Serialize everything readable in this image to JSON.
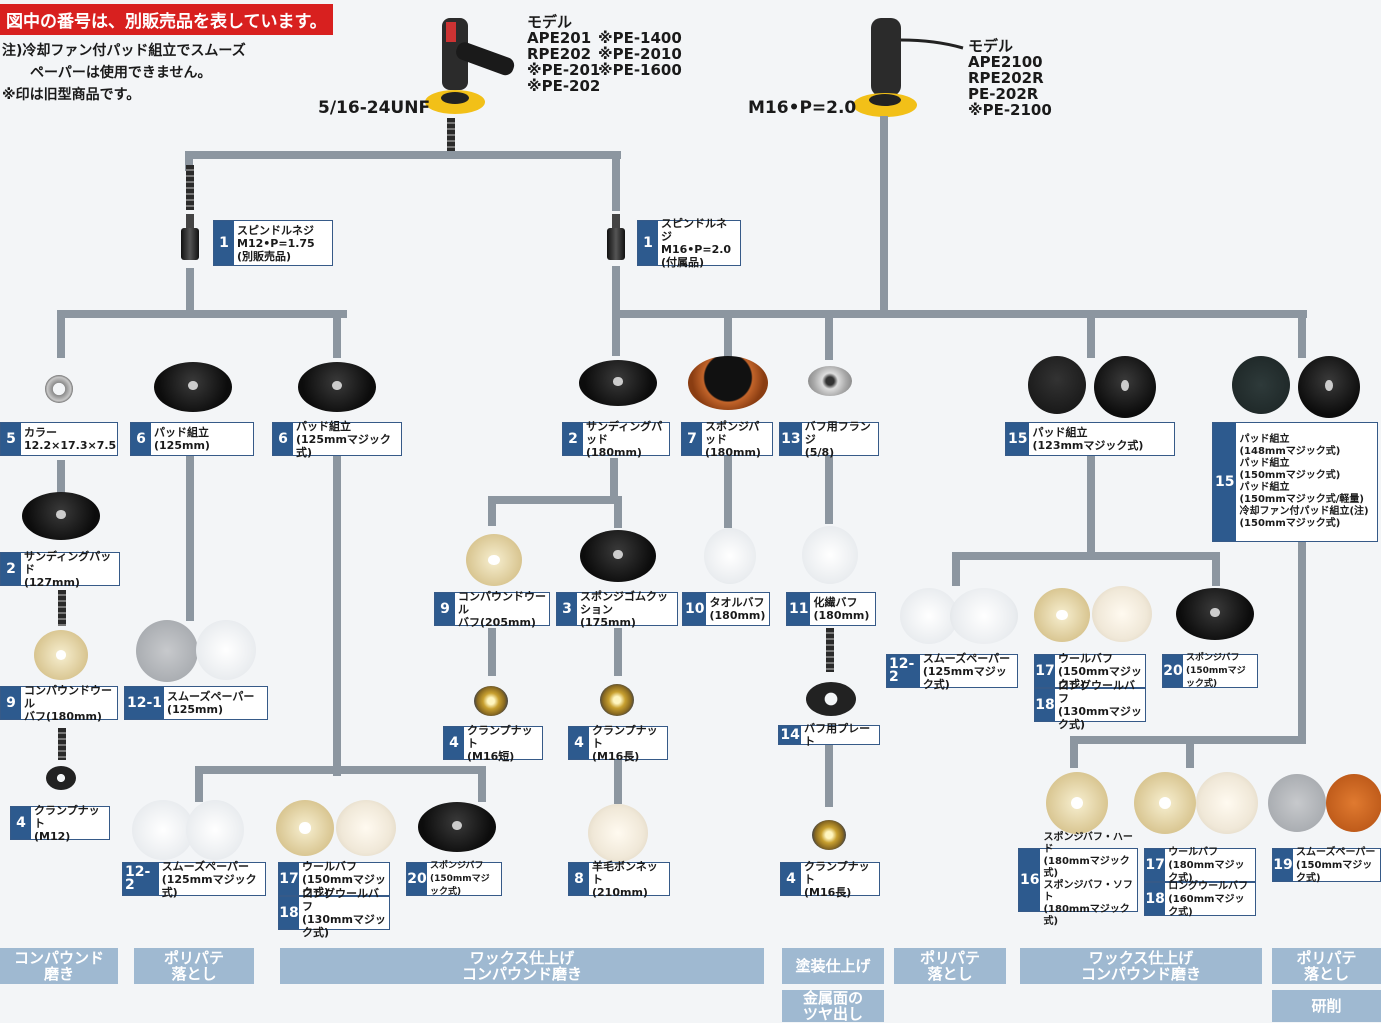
{
  "header": {
    "notice": "図中の番号は、別販売品を表しています。",
    "note": "注)冷却ファン付パッド組立でスムーズ\n　　ペーパーは使用できません。\n※印は旧型商品です。"
  },
  "tools": {
    "left": {
      "model_col1": "モデル\nAPE201\nRPE202\n※PE-201\n※PE-202",
      "model_col2": "\n※PE-1400\n※PE-2010\n※PE-1600",
      "thread": "5/16-24UNF"
    },
    "right": {
      "model": "モデル\nAPE2100\nRPE202R\nPE-202R\n※PE-2100",
      "thread": "M16•P=2.0"
    }
  },
  "labels": {
    "spindle_a": {
      "no": "1",
      "text": "スピンドルネジ\nM12•P=1.75\n(別販売品)"
    },
    "spindle_b": {
      "no": "1",
      "text": "スピンドルネジ\nM16•P=2.0\n(付属品)"
    },
    "collar": {
      "no": "5",
      "text": "カラー\n12.2×17.3×7.5"
    },
    "pad125": {
      "no": "6",
      "text": "パッド組立\n(125mm)"
    },
    "pad125m": {
      "no": "6",
      "text": "パッド組立\n(125mmマジック式)"
    },
    "sanding180": {
      "no": "2",
      "text": "サンディングパッド\n(180mm)"
    },
    "sponge180": {
      "no": "7",
      "text": "スポンジパッド\n(180mm)"
    },
    "flange": {
      "no": "13",
      "text": "バフ用フランジ\n(5/8)"
    },
    "pad123": {
      "no": "15",
      "text": "パッド組立\n(123mmマジック式)"
    },
    "pad148": {
      "no": "15",
      "text": "パッド組立\n(148mmマジック式)\nパッド組立\n(150mmマジック式)\nパッド組立\n(150mmマジック式/軽量)\n冷却ファン付パッド組立(注)\n(150mmマジック式)"
    },
    "sanding127": {
      "no": "2",
      "text": "サンディングパッド\n(127mm)"
    },
    "compound205": {
      "no": "9",
      "text": "コンパウンドウール\nバフ(205mm)"
    },
    "spongerubber": {
      "no": "3",
      "text": "スポンジゴムクッション\n(175mm)"
    },
    "towel": {
      "no": "10",
      "text": "タオルバフ\n(180mm)"
    },
    "chemical": {
      "no": "11",
      "text": "化繊バフ\n(180mm)"
    },
    "smooth125m_r": {
      "no": "12-2",
      "text": "スムーズペーパー\n(125mmマジック式)"
    },
    "wool150_r": {
      "no": "17",
      "text": "ウールバフ\n(150mmマジック式)"
    },
    "longwool130_r": {
      "no": "18",
      "text": "ロングウールバフ\n(130mmマジック式)"
    },
    "sponge150_r": {
      "no": "20",
      "text": "スポンジバフ\n(150mmマジック式)"
    },
    "compound180": {
      "no": "9",
      "text": "コンパウンドウール\nバフ(180mm)"
    },
    "smooth125": {
      "no": "12-1",
      "text": "スムーズペーパー\n(125mm)"
    },
    "clamp_short": {
      "no": "4",
      "text": "クランプナット\n(M16短)"
    },
    "clamp_long_a": {
      "no": "4",
      "text": "クランプナット\n(M16長)"
    },
    "buffplate": {
      "no": "14",
      "text": "バフ用プレート"
    },
    "clamp_m12": {
      "no": "4",
      "text": "クランプナット\n(M12)"
    },
    "smooth125m_l": {
      "no": "12-2",
      "text": "スムーズペーパー\n(125mmマジック式)"
    },
    "wool150_l": {
      "no": "17",
      "text": "ウールバフ\n(150mmマジック式)"
    },
    "longwool130_l": {
      "no": "18",
      "text": "ロングウールバフ\n(130mmマジック式)"
    },
    "sponge150_l": {
      "no": "20",
      "text": "スポンジバフ\n(150mmマジック式)"
    },
    "wool_bonnet": {
      "no": "8",
      "text": "羊毛ボンネット\n(210mm)"
    },
    "clamp_long_b": {
      "no": "4",
      "text": "クランプナット\n(M16長)"
    },
    "sponge_hard": {
      "no": "16",
      "text": "スポンジバフ・ハード\n(180mmマジック式)\nスポンジバフ・ソフト\n(180mmマジック式)"
    },
    "wool180": {
      "no": "17",
      "text": "ウールバフ\n(180mmマジック式)"
    },
    "longwool160": {
      "no": "18",
      "text": "ロングウールバフ\n(160mmマジック式)"
    },
    "smooth150m": {
      "no": "19",
      "text": "スムーズペーパー\n(150mmマジック式)"
    }
  },
  "bands": {
    "b1": "コンパウンド\n磨き",
    "b2": "ポリパテ\n落とし",
    "b3": "ワックス仕上げ\nコンパウンド磨き",
    "b4": "塗装仕上げ",
    "b5": "金属面の\nツヤ出し",
    "b6": "ポリパテ\n落とし",
    "b7": "ワックス仕上げ\nコンパウンド磨き",
    "b8": "ポリパテ\n落とし",
    "b9": "研削"
  }
}
